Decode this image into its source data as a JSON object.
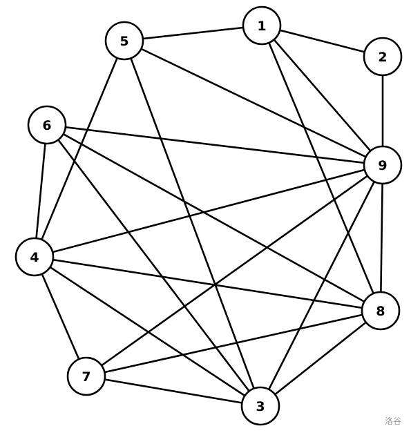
{
  "graph": {
    "nodes": [
      {
        "id": "1",
        "label": "1"
      },
      {
        "id": "2",
        "label": "2"
      },
      {
        "id": "3",
        "label": "3"
      },
      {
        "id": "4",
        "label": "4"
      },
      {
        "id": "5",
        "label": "5"
      },
      {
        "id": "6",
        "label": "6"
      },
      {
        "id": "7",
        "label": "7"
      },
      {
        "id": "8",
        "label": "8"
      },
      {
        "id": "9",
        "label": "9"
      }
    ],
    "edges": [
      [
        "1",
        "2"
      ],
      [
        "1",
        "5"
      ],
      [
        "1",
        "9"
      ],
      [
        "1",
        "8"
      ],
      [
        "2",
        "9"
      ],
      [
        "5",
        "9"
      ],
      [
        "5",
        "4"
      ],
      [
        "5",
        "3"
      ],
      [
        "6",
        "9"
      ],
      [
        "6",
        "4"
      ],
      [
        "6",
        "8"
      ],
      [
        "6",
        "3"
      ],
      [
        "9",
        "4"
      ],
      [
        "9",
        "7"
      ],
      [
        "9",
        "8"
      ],
      [
        "9",
        "3"
      ],
      [
        "4",
        "8"
      ],
      [
        "4",
        "7"
      ],
      [
        "4",
        "3"
      ],
      [
        "7",
        "8"
      ],
      [
        "7",
        "3"
      ],
      [
        "8",
        "3"
      ]
    ]
  },
  "watermark": "洛谷"
}
